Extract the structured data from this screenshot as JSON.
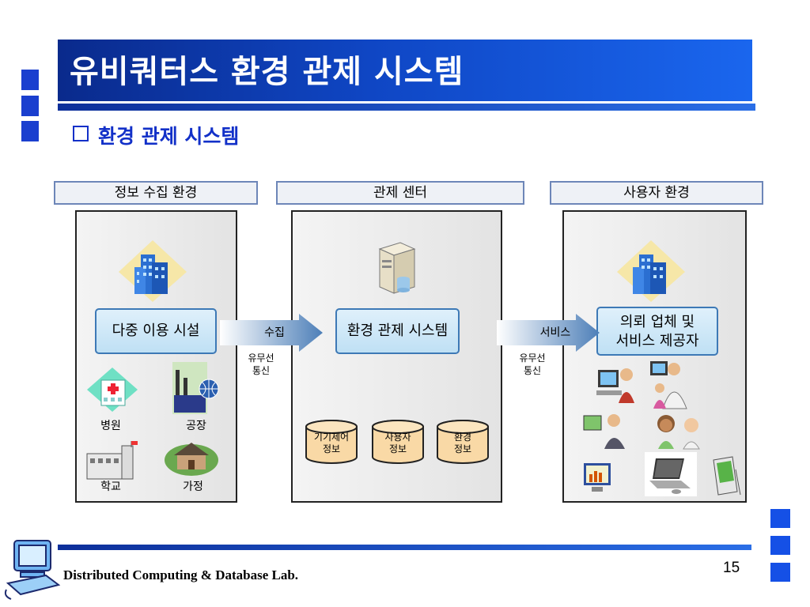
{
  "slide": {
    "title": "유비쿼터스 환경 관제 시스템",
    "subtitle": "환경 관제 시스템",
    "page_number": "15",
    "footer": "Distributed Computing & Database Lab."
  },
  "columns": {
    "left": {
      "header": "정보 수집 환경",
      "node": "다중 이용 시설",
      "sites": [
        "병원",
        "공장",
        "학교",
        "가정"
      ]
    },
    "center": {
      "header": "관제 센터",
      "node": "환경 관제 시스템",
      "databases": [
        {
          "line1": "기기제어",
          "line2": "정보"
        },
        {
          "line1": "사용자",
          "line2": "정보"
        },
        {
          "line1": "환경",
          "line2": "정보"
        }
      ]
    },
    "right": {
      "header": "사용자 환경",
      "node_line1": "의뢰 업체 및",
      "node_line2": "서비스 제공자"
    }
  },
  "arrows": {
    "collect": {
      "label": "수집",
      "sub1": "유무선",
      "sub2": "통신"
    },
    "service": {
      "label": "서비스",
      "sub1": "유무선",
      "sub2": "통신"
    }
  },
  "colors": {
    "title_bg": "#0f46c4",
    "accent_blue": "#1a3fcf",
    "node_border": "#3d79b6",
    "db_fill": "#f9d9a6"
  }
}
